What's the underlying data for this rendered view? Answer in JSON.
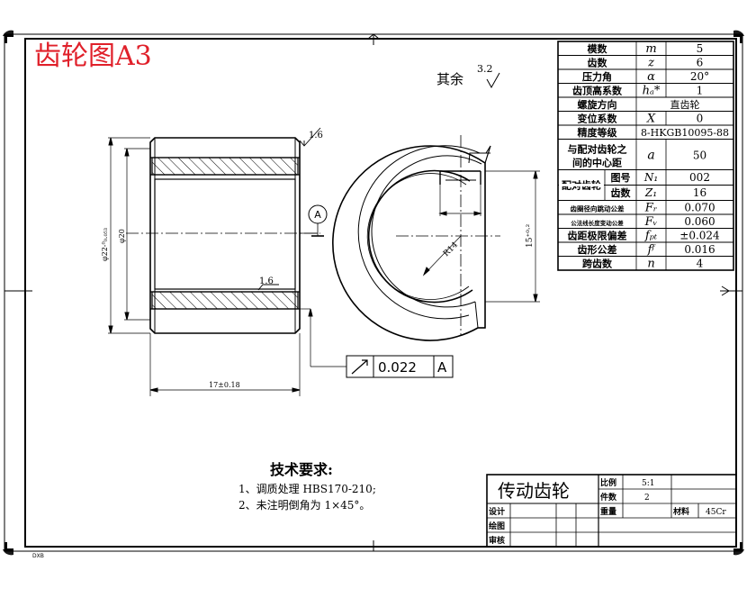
{
  "sheet": {
    "title": "齿轮图A3",
    "title_color": "#e0202a",
    "corner_text": "DXB"
  },
  "roughness_general": {
    "label": "其余",
    "value": "3.2"
  },
  "section_view": {
    "roughness_top": "1.6",
    "roughness_bottom": "1.6",
    "datum_label": "A",
    "dim_outer_diameter": "φ22-⁰₀.₀₅₃",
    "dim_bore": "φ20",
    "dim_length": "17±0.18"
  },
  "end_view": {
    "dim_radius": "R14",
    "dim_height": "15⁺⁰·²"
  },
  "tolerance_frame": {
    "value": "0.022",
    "datum": "A"
  },
  "params": [
    {
      "name": "模数",
      "sym": "m",
      "value": "5"
    },
    {
      "name": "齿数",
      "sym": "z",
      "value": "6"
    },
    {
      "name": "压力角",
      "sym": "α",
      "value": "20°"
    },
    {
      "name": "齿顶高系数",
      "sym": "hₐ*",
      "value": "1"
    },
    {
      "name": "螺旋方向",
      "sym": "",
      "value": "直齿轮"
    },
    {
      "name": "变位系数",
      "sym": "X",
      "value": "0"
    },
    {
      "name": "精度等级",
      "sym": "",
      "value": "8-HKGB10095-88"
    }
  ],
  "mating": {
    "line1": "与配对齿轮之",
    "line2": "间的中心距",
    "sym": "a",
    "value": "50"
  },
  "pair_gear": {
    "label": "配对齿轮",
    "rows": [
      {
        "name": "图号",
        "sym": "N₁",
        "value": "002"
      },
      {
        "name": "齿数",
        "sym": "Z₁",
        "value": "16"
      }
    ]
  },
  "params_lower": [
    {
      "name": "齿圈径向跳动公差",
      "sym": "Fᵣ",
      "value": "0.070"
    },
    {
      "name": "公法线长度变动公差",
      "sym": "Fᵥ",
      "value": "0.060"
    },
    {
      "name": "齿距极限偏差",
      "sym": "fₚₜ",
      "value": "±0.024"
    },
    {
      "name": "齿形公差",
      "sym": "fᶠ",
      "value": "0.016"
    },
    {
      "name": "跨齿数",
      "sym": "n",
      "value": "4"
    }
  ],
  "notes": {
    "heading": "技术要求:",
    "items": [
      "1、调质处理 HBS170-210;",
      "2、未注明倒角为 1×45°。"
    ]
  },
  "title_block": {
    "part_name": "传动齿轮",
    "scale_label": "比例",
    "scale_value": "5:1",
    "qty_label": "件数",
    "qty_value": "2",
    "weight_label": "重量",
    "material_label": "材料",
    "material_value": "45Cr",
    "design_label": "设计",
    "draw_label": "绘图",
    "check_label": "审核"
  },
  "colors": {
    "line": "#000000",
    "background": "#ffffff",
    "title": "#e0202a"
  }
}
